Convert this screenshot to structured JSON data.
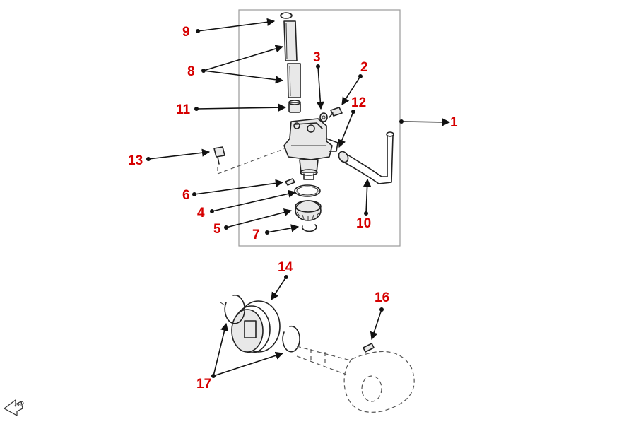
{
  "colors": {
    "callout": "#d60000",
    "line": "#111111",
    "frame": "#9a9a9a"
  },
  "callouts": {
    "c1": "1",
    "c2": "2",
    "c3": "3",
    "c4": "4",
    "c5": "5",
    "c6": "6",
    "c7": "7",
    "c8": "8",
    "c9": "9",
    "c10": "10",
    "c11": "11",
    "c12": "12",
    "c13": "13",
    "c14": "14",
    "c16": "16",
    "c17": "17"
  },
  "fwd_label": "FWD",
  "icons": {
    "fwd": "forward-arrow-icon"
  }
}
